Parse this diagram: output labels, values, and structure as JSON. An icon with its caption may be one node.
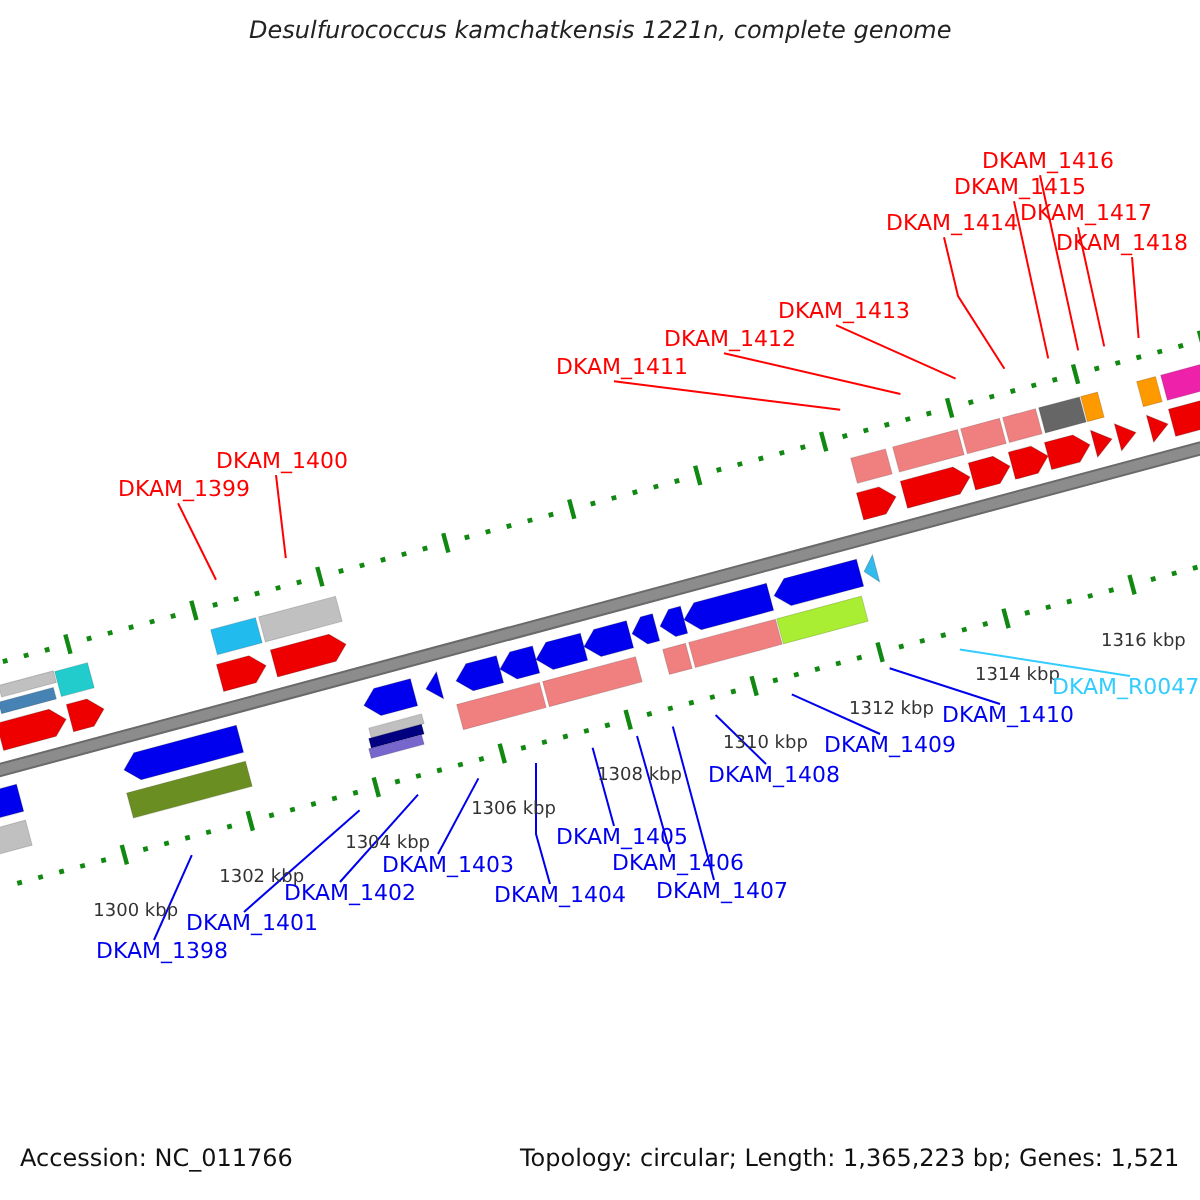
{
  "diagram": {
    "title": "Desulfurococcus kamchatkensis 1221n, complete genome",
    "nodes": [
      {
        "text": [
          "DKAM_1416"
        ]
      },
      {
        "text": [
          "DKAM_1415"
        ]
      },
      {
        "text": [
          "DKAM_1417"
        ]
      },
      {
        "text": [
          "DKAM_1414"
        ]
      },
      {
        "text": [
          "DKAM_1418"
        ]
      },
      {
        "text": [
          "DKAM_1413"
        ]
      },
      {
        "text": [
          "DKAM_1412"
        ]
      },
      {
        "text": [
          "DKAM_1411"
        ]
      },
      {
        "text": [
          "DKAM_1400"
        ]
      },
      {
        "text": [
          "DKAM_1399"
        ]
      },
      {
        "text": [
          "DKAM_R0047"
        ]
      },
      {
        "text": [
          "DKAM_1410"
        ]
      },
      {
        "text": [
          "DKAM_1409"
        ]
      },
      {
        "text": [
          "DKAM_1408"
        ]
      },
      {
        "text": [
          "DKAM_1405"
        ]
      },
      {
        "text": [
          "DKAM_1403"
        ]
      },
      {
        "text": [
          "DKAM_1406"
        ]
      },
      {
        "text": [
          "DKAM_1402"
        ]
      },
      {
        "text": [
          "DKAM_1404"
        ]
      },
      {
        "text": [
          "DKAM_1407"
        ]
      },
      {
        "text": [
          "DKAM_1401"
        ]
      },
      {
        "text": [
          "DKAM_1398"
        ]
      }
    ],
    "edges": [
      {
        "from": 0,
        "to": null,
        "arrow": "none",
        "color": "#ff0000"
      },
      {
        "from": 1,
        "to": null,
        "arrow": "none",
        "color": "#ff0000"
      },
      {
        "from": 2,
        "to": null,
        "arrow": "none",
        "color": "#ff0000"
      },
      {
        "from": 3,
        "to": null,
        "arrow": "none",
        "color": "#ff0000"
      },
      {
        "from": 4,
        "to": null,
        "arrow": "none",
        "color": "#ff0000"
      },
      {
        "from": 5,
        "to": null,
        "arrow": "none",
        "color": "#ff0000"
      },
      {
        "from": 6,
        "to": null,
        "arrow": "none",
        "color": "#ff0000"
      },
      {
        "from": 7,
        "to": null,
        "arrow": "none",
        "color": "#ff0000"
      },
      {
        "from": 8,
        "to": null,
        "arrow": "none",
        "color": "#ff0000"
      },
      {
        "from": 9,
        "to": null,
        "arrow": "none",
        "color": "#ff0000"
      },
      {
        "from": 10,
        "to": null,
        "arrow": "none",
        "color": "#33ccff"
      },
      {
        "from": 11,
        "to": null,
        "arrow": "none"
      },
      {
        "from": 12,
        "to": null,
        "arrow": "none"
      },
      {
        "from": 13,
        "to": null,
        "arrow": "none"
      },
      {
        "from": 14,
        "to": null,
        "arrow": "none"
      },
      {
        "from": 15,
        "to": null,
        "arrow": "none"
      },
      {
        "from": 16,
        "to": null,
        "arrow": "none"
      },
      {
        "from": 17,
        "to": null,
        "arrow": "none"
      },
      {
        "from": 18,
        "to": null,
        "arrow": "none"
      },
      {
        "from": 19,
        "to": null,
        "arrow": "none"
      },
      {
        "from": 20,
        "to": null,
        "arrow": "none"
      },
      {
        "from": 21,
        "to": null,
        "arrow": "none"
      }
    ],
    "labels": [
      "1316 kbp",
      "1314 kbp",
      "1312 kbp",
      "1310 kbp",
      "1308 kbp",
      "1306 kbp",
      "1304 kbp",
      "1302 kbp",
      "1300 kbp",
      "Accession: NC_011766",
      "Topology: circular; Length: 1,365,223 bp; Genes: 1,521"
    ]
  }
}
